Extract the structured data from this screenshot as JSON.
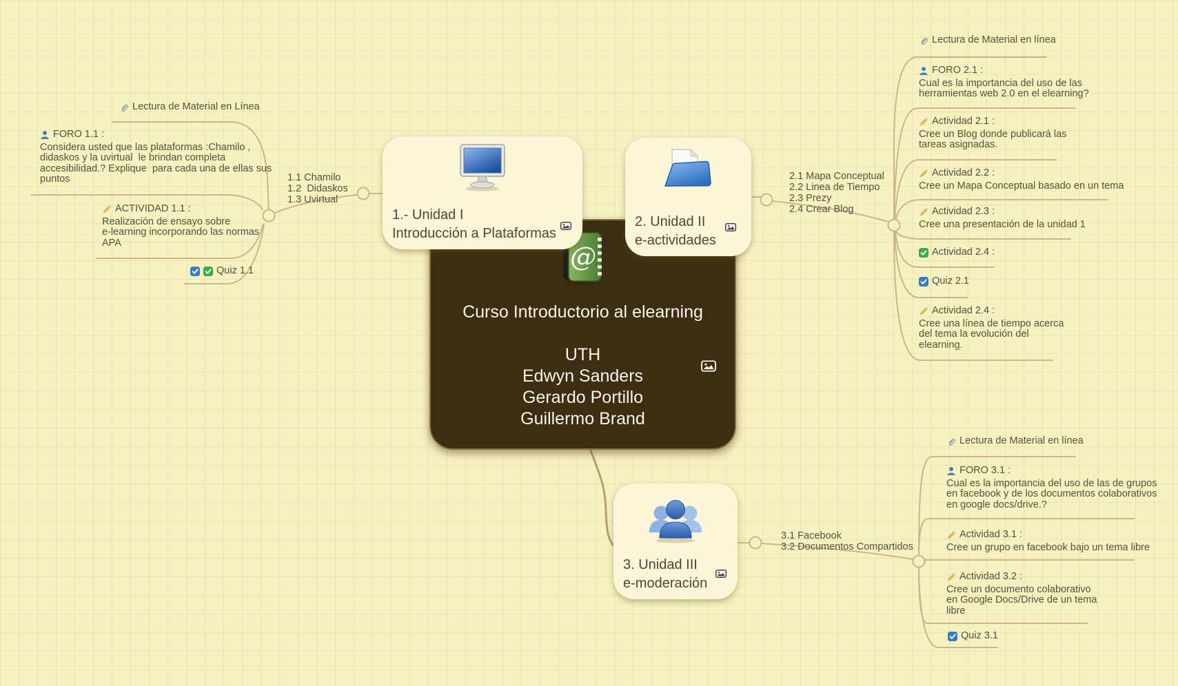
{
  "app": {
    "type": "mind-map"
  },
  "colors": {
    "background": "#f6f1c1",
    "grid_line": "#d9cd8f",
    "connector": "#cbb68c",
    "center_node_bg": "#3d2e13",
    "center_node_border": "#8b7136",
    "center_node_text": "#f7f4ea",
    "unit_node_bg": "#fcf6d8",
    "unit_node_text": "#4c4636",
    "leaf_text": "#57503d",
    "forum_icon_blue": "#4a7cc2",
    "pencil_yellow": "#f3c13f",
    "check_green": "#3fae47",
    "check_blue": "#2f7fd2"
  },
  "icons": {
    "attachment": "paperclip-icon",
    "forum": "person-icon",
    "activity": "pencil-icon",
    "completed": "green-checkbox-icon",
    "quiz": "blue-checkbox-icon",
    "image_attachment": "image-icon",
    "unit1": "computer-monitor-icon",
    "unit2": "open-folder-icon",
    "unit3": "people-group-icon",
    "center": "address-book-at-icon"
  },
  "center": {
    "title": "Curso Introductorio al elearning",
    "members": "UTH\nEdwyn Sanders\nGerardo Portillo\nGuillermo Brand",
    "book_glyph": "@"
  },
  "unit1": {
    "node_label": "1.- Unidad I\nIntroducción a Plataformas",
    "list": "1.1 Chamilo\n1.2  Didaskos\n1.3 Uvirtual",
    "lectura": {
      "title": "Lectura de Material en Línea"
    },
    "foro": {
      "title": "FORO 1.1 :",
      "body": "Considera usted que las plataformas :Chamilo ,\ndidaskos y la uvirtual  le brindan completa\naccesibilidad.? Explique  para cada una de ellas sus\npuntos"
    },
    "actividad": {
      "title": "ACTIVIDAD 1.1 :",
      "body": "Realización de ensayo sobre\ne-learning incorporando las normas\nAPA"
    },
    "quiz": {
      "title": "Quiz 1.1"
    }
  },
  "unit2": {
    "node_label": "2. Unidad II\ne-actividades",
    "list": "2.1 Mapa Conceptual\n2.2 Linea de Tiempo\n2.3 Prezy\n2.4 Crear Blog",
    "lectura": {
      "title": "Lectura de Material en línea"
    },
    "foro21": {
      "title": "FORO 2.1 :",
      "body": "Cual es la importancia del uso de las\nherramientas web 2.0 en el elearning?"
    },
    "actividad21": {
      "title": "Actividad 2.1 :",
      "body": "Cree un Blog donde publicará las\ntareas asignadas."
    },
    "actividad22": {
      "title": "Actividad 2.2 :",
      "body": "Cree un Mapa Conceptual basado en un tema"
    },
    "actividad23": {
      "title": "Actividad 2.3 :",
      "body": "Cree una presentación de la unidad 1"
    },
    "actividad24_done": {
      "title": "Actividad 2.4 :"
    },
    "quiz21": {
      "title": "Quiz 2.1"
    },
    "actividad24": {
      "title": "Actividad 2.4 :",
      "body": "Cree una línea de tiempo acerca\ndel tema la evolución del\nelearning."
    }
  },
  "unit3": {
    "node_label": "3. Unidad III\ne-moderación",
    "list": "3.1 Facebook\n3.2 Documentos Compartidos",
    "lectura": {
      "title": "Lectura de Material en línea"
    },
    "foro31": {
      "title": "FORO 3.1 :",
      "body": "Cual es la importancia del uso de las de grupos\nen facebook y de los documentos colaborativos\nen google docs/drive.?"
    },
    "actividad31": {
      "title": "Actividad 3.1 :",
      "body": "Cree un grupo en facebook bajo un tema libre"
    },
    "actividad32": {
      "title": "Actividad 3.2 :",
      "body": "Cree un documento colaborativo\nen Google Docs/Drive de un tema\nlibre"
    },
    "quiz31": {
      "title": "Quiz 3.1"
    }
  }
}
